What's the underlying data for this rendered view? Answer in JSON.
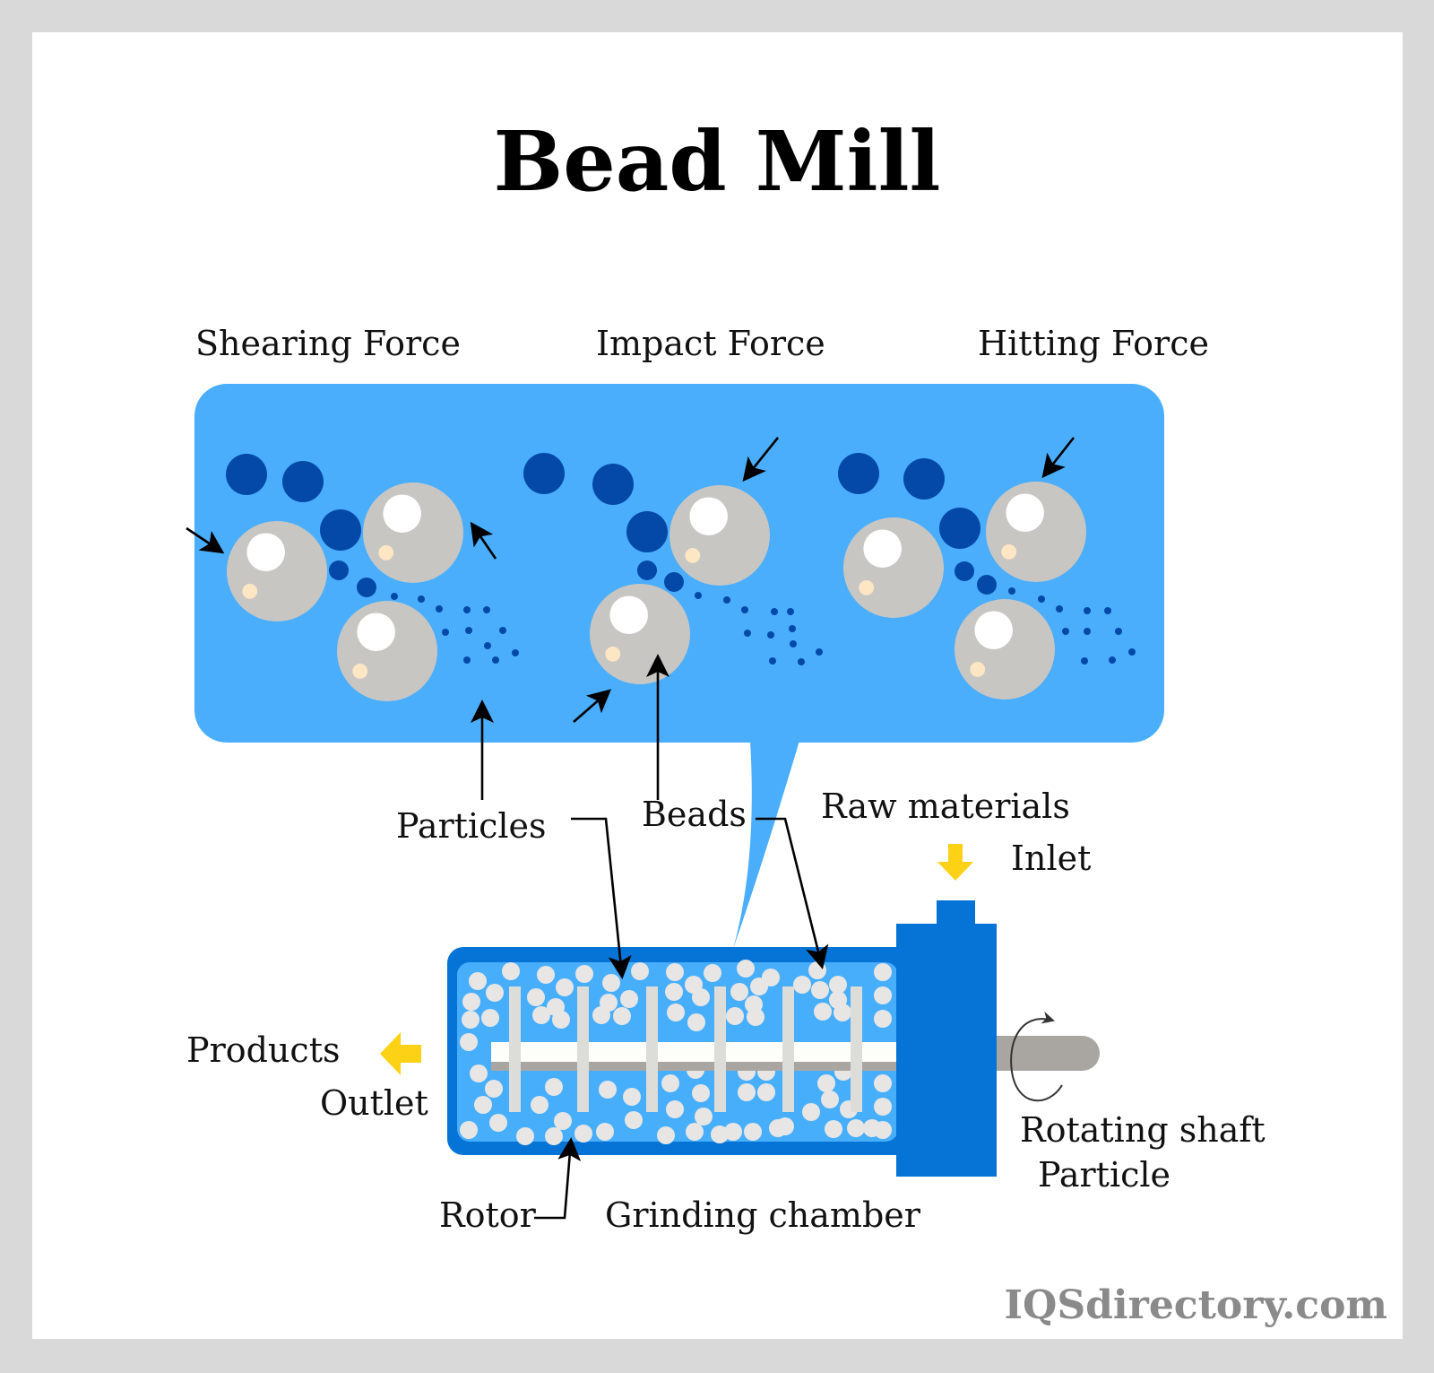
{
  "title": "Bead Mill",
  "force_types": [
    {
      "label": "Shearing Force"
    },
    {
      "label": "Impact Force"
    },
    {
      "label": "Hitting Force"
    }
  ],
  "labels": {
    "particles": "Particles",
    "beads": "Beads",
    "raw_materials": "Raw materials",
    "inlet": "Inlet",
    "products": "Products",
    "outlet": "Outlet",
    "rotating_shaft": "Rotating shaft",
    "particle": "Particle",
    "rotor": "Rotor",
    "grinding_chamber": "Grinding chamber"
  },
  "watermark": "IQSdirectory.com",
  "colors": {
    "frame": "#d9d9d9",
    "bubble": "#4aaefc",
    "particle_dark": "#0449a8",
    "bead": "#c8c6c3",
    "bead_highlight": "#ffffff",
    "bead_glint": "#fde6c4",
    "chamber_outer": "#0574d6",
    "chamber_inner": "#47aefc",
    "chamber_bead": "#e8e6e4",
    "shaft_white": "#fdfdf9",
    "shaft_gray": "#a9a6a2",
    "paddle": "#dcdcd9",
    "motor": "#0574d6",
    "arrow_yellow": "#fcd116",
    "text": "#111111",
    "watermark": "#8a8a8a"
  },
  "icons": {
    "inlet_arrow": "arrow-down-icon",
    "outlet_arrow": "arrow-left-icon",
    "rotation": "rotation-arrow-icon"
  }
}
